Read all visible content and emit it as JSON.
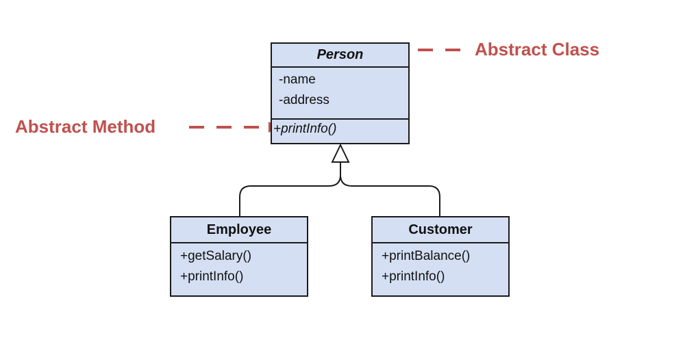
{
  "colors": {
    "class_fill": "#d4dff3",
    "class_border": "#1a1a1a",
    "callout": "#c0504d",
    "background": "#ffffff"
  },
  "person": {
    "name": "Person",
    "attributes": [
      "-name",
      "-address"
    ],
    "methods": [
      "+printInfo()"
    ]
  },
  "employee": {
    "name": "Employee",
    "methods": [
      "+getSalary()",
      "+printInfo()"
    ]
  },
  "customer": {
    "name": "Customer",
    "methods": [
      "+printBalance()",
      "+printInfo()"
    ]
  },
  "callouts": {
    "abstract_class": "Abstract Class",
    "abstract_method": "Abstract Method"
  }
}
